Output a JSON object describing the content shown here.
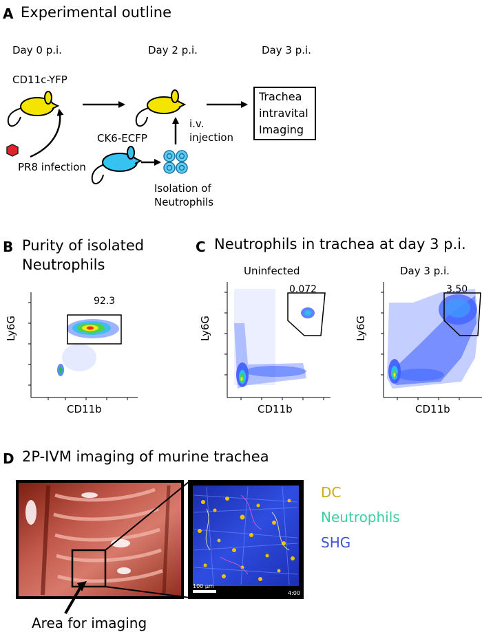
{
  "panels": {
    "a": {
      "letter": "A",
      "title": "Experimental outline",
      "day0": "Day 0 p.i.",
      "day2": "Day 2 p.i.",
      "day3": "Day 3 p.i.",
      "mouse1": "CD11c-YFP",
      "mouse2": "CK6-ECFP",
      "infection": "PR8 infection",
      "isolation": "Isolation of\nNeutrophils",
      "injection": "i.v.\ninjection",
      "box_text": "Trachea\nintravital\nImaging",
      "colors": {
        "yfp": "#f5e400",
        "ecfp": "#37c3ef",
        "virus": "#e2222a"
      }
    },
    "b": {
      "letter": "B",
      "title": "Purity of isolated\nNeutrophils",
      "gate_value": "92.3",
      "xlabel": "CD11b",
      "ylabel": "Ly6G"
    },
    "c": {
      "letter": "C",
      "title": "Neutrophils in trachea at day 3 p.i.",
      "plot1_title": "Uninfected",
      "plot1_gate": "0.072",
      "plot2_title": "Day 3 p.i.",
      "plot2_gate": "3.50",
      "xlabel": "CD11b",
      "ylabel": "Ly6G"
    },
    "d": {
      "letter": "D",
      "title": "2P-IVM imaging of murine trachea",
      "area_label": "Area for imaging",
      "scale_bar": "100 μm",
      "timestamp": "4:00",
      "legend": [
        {
          "label": "DC",
          "color": "#c9ad12"
        },
        {
          "label": "Neutrophils",
          "color": "#3fcf9f"
        },
        {
          "label": "SHG",
          "color": "#3b57d8"
        }
      ]
    }
  }
}
